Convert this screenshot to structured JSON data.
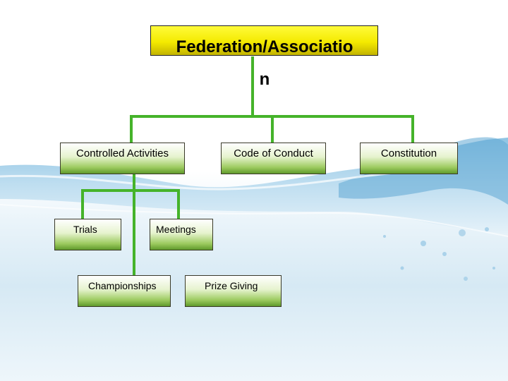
{
  "root": {
    "label": "Federation/Associatio n"
  },
  "level1": [
    {
      "label": "Controlled Activities"
    },
    {
      "label": "Code of Conduct"
    },
    {
      "label": "Constitution"
    }
  ],
  "level2": [
    {
      "label": "Trials"
    },
    {
      "label": "Meetings"
    }
  ],
  "level3": [
    {
      "label": "Championships"
    },
    {
      "label": "Prize Giving"
    }
  ],
  "colors": {
    "root_fill": "#f4ea00",
    "node_fill": "#9cca5e",
    "connector": "#45b32a",
    "water": "#6fb2da"
  }
}
